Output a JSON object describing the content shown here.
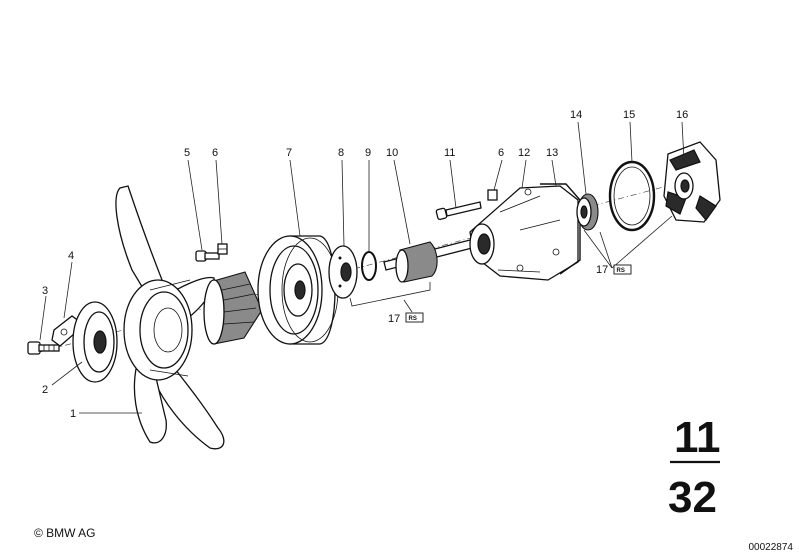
{
  "callouts": {
    "c1": "1",
    "c2": "2",
    "c3": "3",
    "c4": "4",
    "c5": "5",
    "c6a": "6",
    "c7": "7",
    "c8": "8",
    "c9": "9",
    "c10": "10",
    "c11": "11",
    "c6b": "6",
    "c12": "12",
    "c13": "13",
    "c14": "14",
    "c15": "15",
    "c16": "16",
    "c17a": "17",
    "c17b": "17"
  },
  "rs_mark": "RS",
  "group_code": {
    "top": "11",
    "bottom": "32"
  },
  "copyright": "© BMW AG",
  "document_number": "00022874"
}
